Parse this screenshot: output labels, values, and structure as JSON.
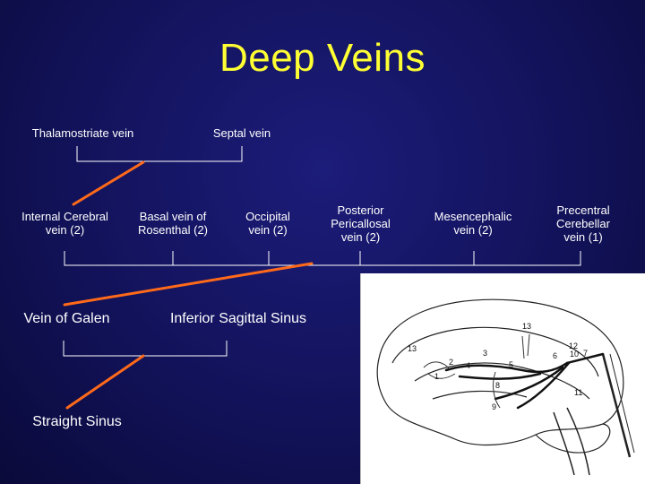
{
  "title": "Deep Veins",
  "tributaries": {
    "thalamostriate": "Thalamostriate vein",
    "septal": "Septal vein",
    "internal_cerebral": "Internal Cerebral vein (2)",
    "basal_rosenthal": "Basal vein of Rosenthal (2)",
    "occipital": "Occipital vein (2)",
    "posterior_pericallosal": "Posterior Pericallosal vein (2)",
    "mesencephalic": "Mesencephalic vein (2)",
    "precentral_cerebellar": "Precentral Cerebellar vein (1)"
  },
  "main_veins": {
    "galen": "Vein of Galen",
    "inferior_sagittal": "Inferior Sagittal Sinus",
    "straight_sinus": "Straight Sinus"
  },
  "colors": {
    "title": "#ffff33",
    "bracket": "#ffffff",
    "arrow": "#ff6a1a",
    "background": "#12125a"
  },
  "diagram_numbers": [
    "13",
    "13",
    "12",
    "10",
    "6",
    "5",
    "3",
    "4",
    "2",
    "1",
    "8",
    "7",
    "11",
    "9"
  ]
}
